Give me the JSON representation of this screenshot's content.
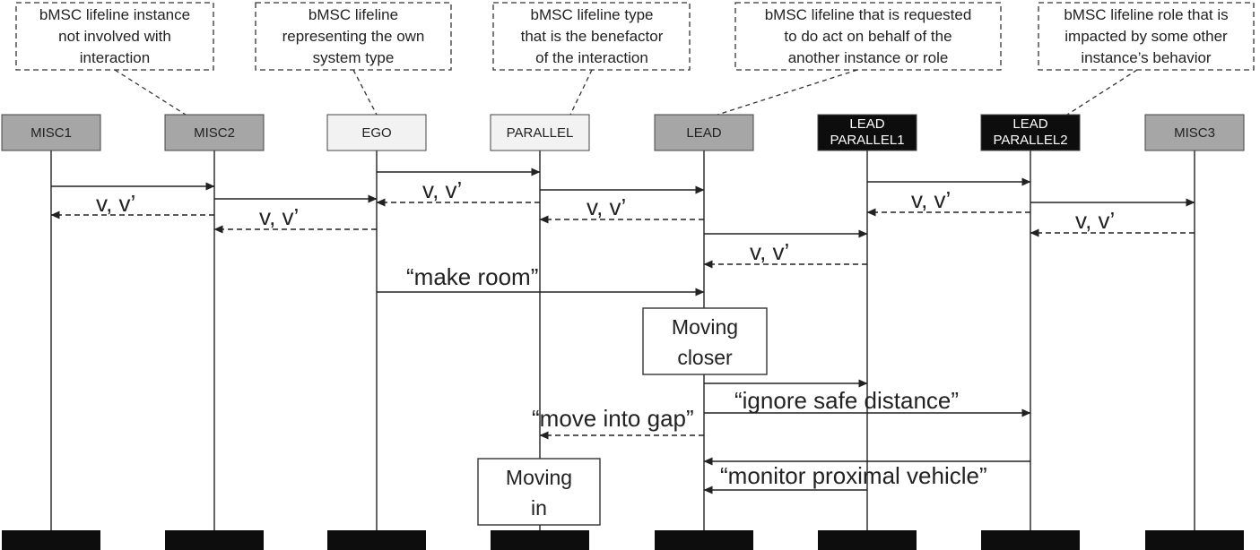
{
  "notes": [
    {
      "lines": [
        "bMSC lifeline instance",
        "not involved with",
        "interaction"
      ]
    },
    {
      "lines": [
        "bMSC lifeline",
        "representing the own",
        "system type"
      ]
    },
    {
      "lines": [
        "bMSC lifeline type",
        "that is the benefactor",
        "of the interaction"
      ]
    },
    {
      "lines": [
        "bMSC lifeline that is requested",
        "to do act on behalf of the",
        "another instance or role"
      ]
    },
    {
      "lines": [
        "bMSC lifeline role that is",
        "impacted by some other",
        "instance’s behavior"
      ]
    }
  ],
  "lifelines": [
    {
      "id": "misc1",
      "lines": [
        "MISC1"
      ],
      "style": "gray"
    },
    {
      "id": "misc2",
      "lines": [
        "MISC2"
      ],
      "style": "gray"
    },
    {
      "id": "ego",
      "lines": [
        "EGO"
      ],
      "style": "light"
    },
    {
      "id": "parallel",
      "lines": [
        "PARALLEL"
      ],
      "style": "light"
    },
    {
      "id": "lead",
      "lines": [
        "LEAD"
      ],
      "style": "gray"
    },
    {
      "id": "lead-parallel1",
      "lines": [
        "LEAD",
        "PARALLEL1"
      ],
      "style": "black"
    },
    {
      "id": "lead-parallel2",
      "lines": [
        "LEAD",
        "PARALLEL2"
      ],
      "style": "black"
    },
    {
      "id": "misc3",
      "lines": [
        "MISC3"
      ],
      "style": "gray"
    }
  ],
  "messages": [
    {
      "label": "v, v’"
    },
    {
      "label": "v, v’"
    },
    {
      "label": "v, v’"
    },
    {
      "label": "v, v’"
    },
    {
      "label": "v, v’"
    },
    {
      "label": "v, v’"
    },
    {
      "label": "v, v’"
    },
    {
      "label": "“make room”"
    },
    {
      "label": "“ignore safe distance”"
    },
    {
      "label": "“move into gap”"
    },
    {
      "label": "“monitor proximal vehicle”"
    }
  ],
  "states": [
    {
      "lines": [
        "Moving",
        "closer"
      ]
    },
    {
      "lines": [
        "Moving",
        "in"
      ]
    }
  ],
  "colors": {
    "gray_head": "#a6a6a6",
    "light_head": "#f2f2f2",
    "black_head": "#0d0d0d",
    "line": "#222222"
  }
}
